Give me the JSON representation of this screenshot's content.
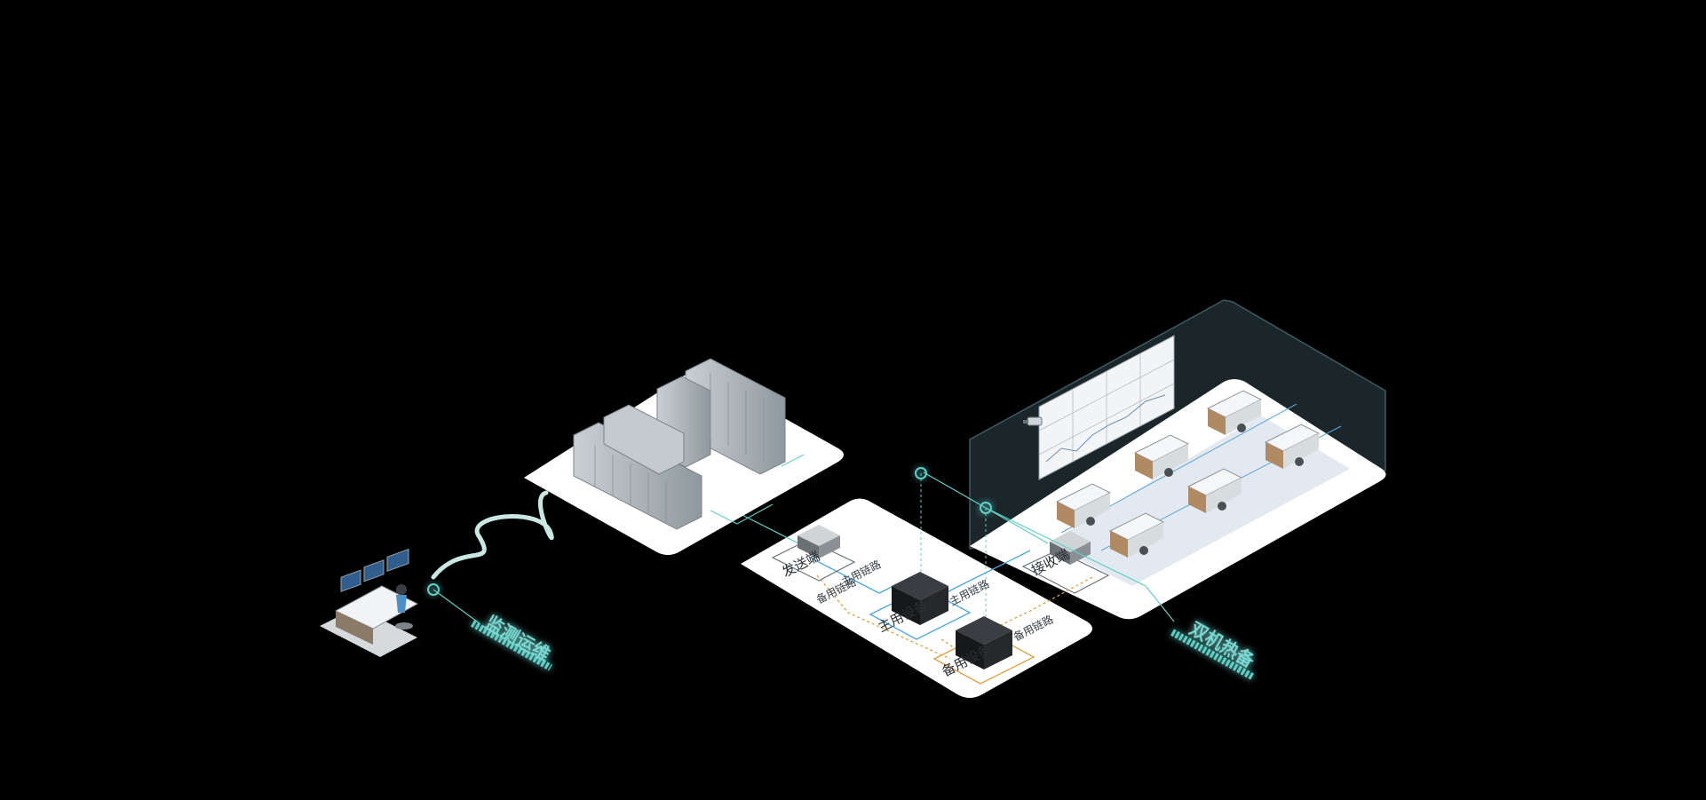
{
  "labels": {
    "sender": "发送端",
    "receiver": "接收端",
    "primary_device": "主用设备",
    "backup_device": "备用设备",
    "primary_link_left": "主用链路",
    "backup_link_left": "备用链路",
    "primary_link_right": "主用链路",
    "backup_link_right": "备用链路",
    "monitoring": "监测运维",
    "hot_standby": "双机热备"
  },
  "colors": {
    "background": "#000000",
    "platform": "#ffffff",
    "accent_cyan": "#5fd0c6",
    "primary_link": "#4aa8d8",
    "backup_link": "#e0a040",
    "wall": "#1d2a30"
  },
  "icons": [
    "operator-console-icon",
    "server-rack-icon",
    "device-box-icon",
    "workstation-icon",
    "video-wall-icon",
    "camera-icon"
  ]
}
